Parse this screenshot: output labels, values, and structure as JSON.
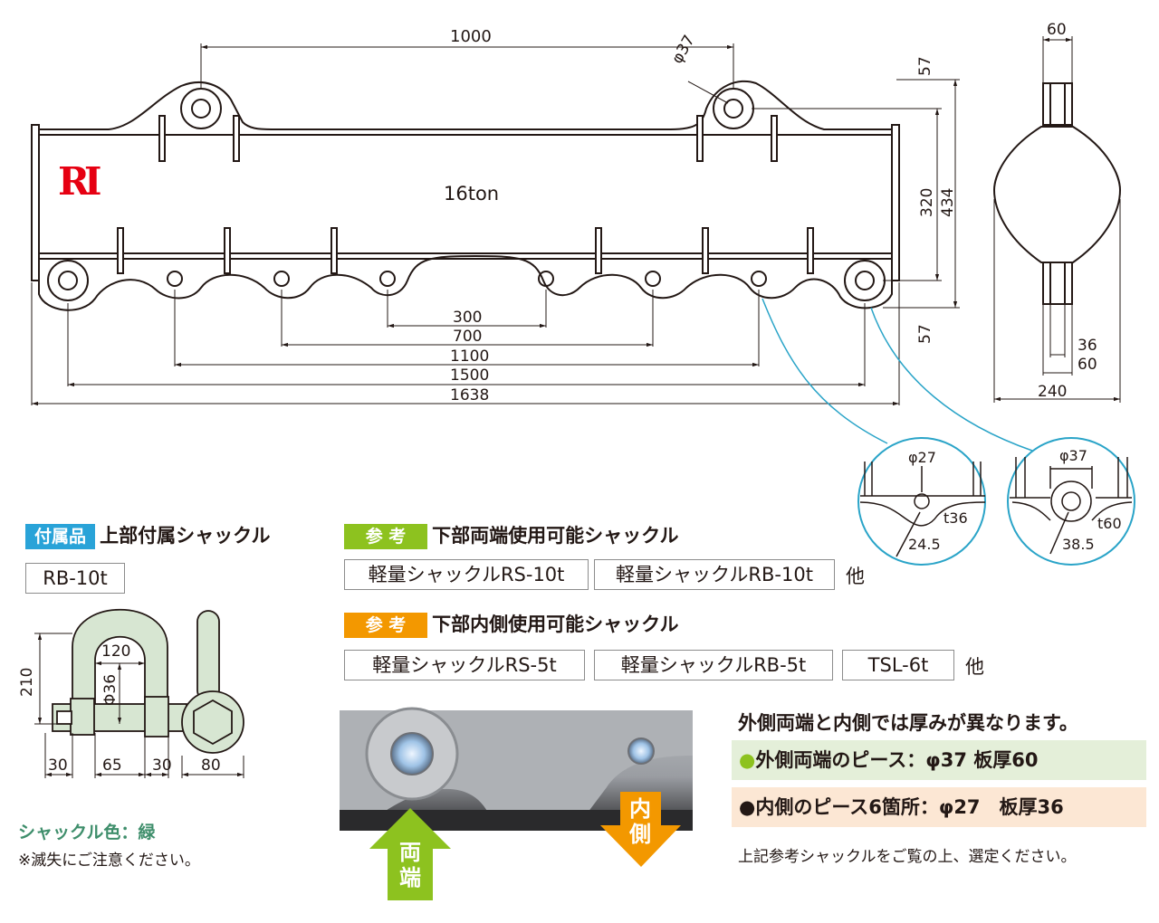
{
  "main_drawing": {
    "dims": {
      "span_top": "1000",
      "hole_dia_top": "φ37",
      "capacity": "16ton",
      "d300": "300",
      "d700": "700",
      "d1100": "1100",
      "d1500": "1500",
      "d1638": "1638",
      "side_57_top": "57",
      "side_320": "320",
      "side_434": "434",
      "side_57_bottom": "57"
    },
    "logo_text": "RI"
  },
  "side_view": {
    "width_top": "60",
    "inner_36": "36",
    "inner_60": "60",
    "width_bottom": "240"
  },
  "detail_inner": {
    "dia": "φ27",
    "thick": "t36",
    "radius": "24.5"
  },
  "detail_outer": {
    "dia": "φ37",
    "thick": "t60",
    "radius": "38.5"
  },
  "accessory": {
    "tag": "付属品",
    "title": "上部付属シャックル",
    "model": "RB-10t",
    "dims": {
      "h210": "210",
      "w120": "120",
      "d36": "Φ36",
      "a30": "30",
      "b65": "65",
      "c30": "30",
      "e80": "80"
    },
    "color_note": "シャックル色：緑",
    "caution": "※滅失にご注意ください。"
  },
  "ref_ends": {
    "tag": "参 考",
    "title": "下部両端使用可能シャックル",
    "items": [
      "軽量シャックルRS-10t",
      "軽量シャックルRB-10t"
    ],
    "other": "他"
  },
  "ref_inner": {
    "tag": "参 考",
    "title": "下部内側使用可能シャックル",
    "items": [
      "軽量シャックルRS-5t",
      "軽量シャックルRB-5t",
      "TSL-6t"
    ],
    "other": "他"
  },
  "photo": {
    "arrow_ends": "両端",
    "arrow_inner": "内側"
  },
  "notes": {
    "header": "外側両端と内側では厚みが異なります。",
    "outer": "●外側両端のピース：φ37 板厚60",
    "inner": "●内側のピース6箇所：φ27　板厚36",
    "footer": "上記参考シャックルをご覧の上、選定ください。"
  },
  "colors": {
    "tag_blue": "#29a3d8",
    "tag_green": "#8dc21f",
    "tag_orange": "#f39800",
    "shackle_green": "#d7e6d2",
    "note_green_bg": "#e4efd9",
    "note_orange_bg": "#fce7d4",
    "logo_red": "#e60012",
    "leader_cyan": "#2aa4c8",
    "color_note_text": "#3e8e6b"
  }
}
